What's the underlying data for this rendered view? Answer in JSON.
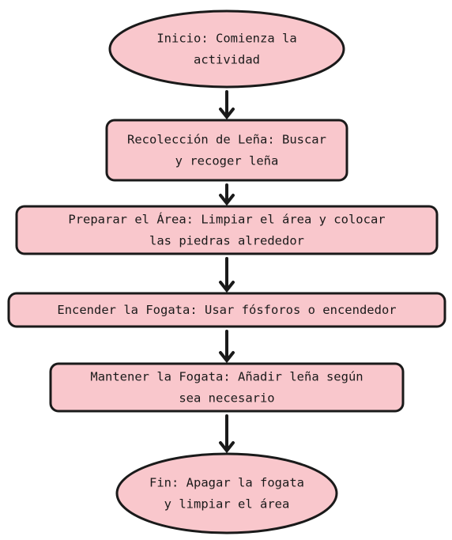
{
  "diagram": {
    "type": "flowchart",
    "direction": "top-to-bottom",
    "colors": {
      "node_fill": "#f9c7cc",
      "node_stroke": "#1a1a1a",
      "text": "#1a1a1a",
      "arrow": "#1a1a1a"
    },
    "nodes": [
      {
        "id": "start",
        "shape": "ellipse",
        "lines": [
          "Inicio: Comienza la",
          "actividad"
        ]
      },
      {
        "id": "collect",
        "shape": "rect",
        "lines": [
          "Recolección de Leña: Buscar",
          "y recoger leña"
        ]
      },
      {
        "id": "prepare",
        "shape": "rect",
        "lines": [
          "Preparar el Área: Limpiar el área y colocar",
          "las piedras alrededor"
        ]
      },
      {
        "id": "light",
        "shape": "rect",
        "lines": [
          "Encender la Fogata: Usar fósforos o encendedor"
        ]
      },
      {
        "id": "maintain",
        "shape": "rect",
        "lines": [
          "Mantener la Fogata: Añadir leña según",
          "sea necesario"
        ]
      },
      {
        "id": "end",
        "shape": "ellipse",
        "lines": [
          "Fin: Apagar la fogata",
          "y limpiar el área"
        ]
      }
    ],
    "edges": [
      {
        "from": "start",
        "to": "collect"
      },
      {
        "from": "collect",
        "to": "prepare"
      },
      {
        "from": "prepare",
        "to": "light"
      },
      {
        "from": "light",
        "to": "maintain"
      },
      {
        "from": "maintain",
        "to": "end"
      }
    ]
  }
}
